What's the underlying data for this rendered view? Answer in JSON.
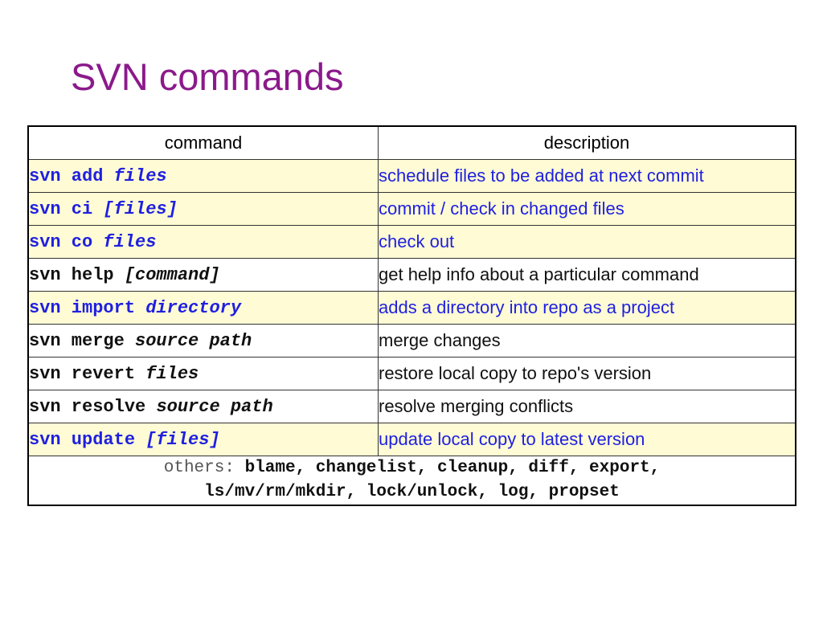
{
  "title": "SVN commands",
  "colors": {
    "title": "#8b1a8b",
    "highlight_bg": "#fefbd5",
    "highlight_text": "#1f1fe0",
    "plain_text": "#111111"
  },
  "table": {
    "headers": {
      "command": "command",
      "description": "description"
    },
    "rows": [
      {
        "cmd": "svn add ",
        "arg": "files",
        "desc": "schedule files to be added at next commit",
        "highlight": true
      },
      {
        "cmd": "svn ci ",
        "arg": "[files]",
        "desc": "commit / check in changed files",
        "highlight": true
      },
      {
        "cmd": "svn co ",
        "arg": "files",
        "desc": "check out",
        "highlight": true
      },
      {
        "cmd": "svn help ",
        "arg": "[command]",
        "desc": "get help info about a particular command",
        "highlight": false
      },
      {
        "cmd": "svn import ",
        "arg": "directory",
        "desc": "adds a directory into repo as a project",
        "highlight": true
      },
      {
        "cmd": "svn merge ",
        "arg": "source path",
        "desc": "merge changes",
        "highlight": false
      },
      {
        "cmd": "svn revert ",
        "arg": "files",
        "desc": "restore local copy to repo's version",
        "highlight": false
      },
      {
        "cmd": "svn resolve ",
        "arg": "source path",
        "desc": "resolve merging conflicts",
        "highlight": false
      },
      {
        "cmd": "svn update ",
        "arg": "[files]",
        "desc": "update local copy to latest version",
        "highlight": true
      }
    ],
    "others": {
      "label": "others: ",
      "line1": "blame, changelist, cleanup, diff, export,",
      "line2": "ls/mv/rm/mkdir, lock/unlock, log, propset"
    }
  }
}
